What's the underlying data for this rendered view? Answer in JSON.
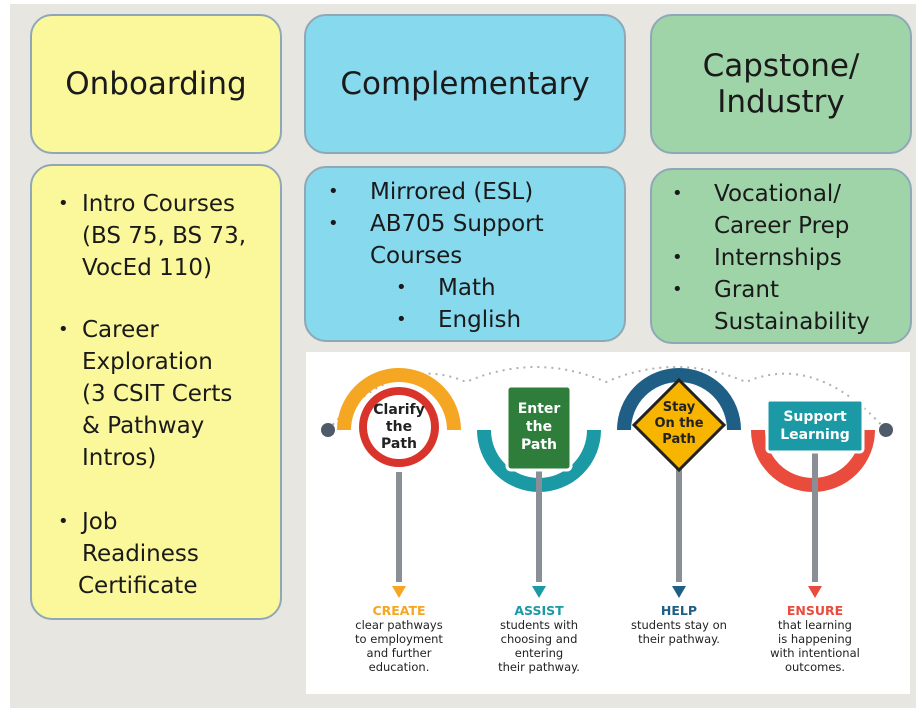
{
  "columns": {
    "onboarding": {
      "title": "Onboarding",
      "items": [
        {
          "lines": [
            "Intro Courses",
            "(BS 75, BS 73,",
            "VocEd 110)"
          ]
        },
        {
          "lines": [
            "Career",
            "Exploration",
            "(3 CSIT Certs",
            "& Pathway",
            "Intros)"
          ]
        },
        {
          "lines": [
            "Job",
            "Readiness",
            "Certificate"
          ]
        }
      ]
    },
    "complementary": {
      "title": "Complementary",
      "items": [
        {
          "lines": [
            "Mirrored (ESL)"
          ]
        },
        {
          "lines": [
            "AB705 Support",
            "Courses"
          ]
        }
      ],
      "subitems": [
        "Math",
        "English"
      ]
    },
    "capstone": {
      "title_lines": [
        "Capstone/",
        "Industry"
      ],
      "items": [
        {
          "lines": [
            "Vocational/",
            "Career Prep"
          ]
        },
        {
          "lines": [
            "Internships"
          ]
        },
        {
          "lines": [
            "Grant",
            "Sustainability"
          ]
        }
      ]
    }
  },
  "pathway_graphic": {
    "signs": [
      {
        "label_lines": [
          "Clarify",
          "the",
          "Path"
        ],
        "color": "#f5a623"
      },
      {
        "label_lines": [
          "Enter",
          "the",
          "Path"
        ],
        "color": "#1b9aa6"
      },
      {
        "label_lines": [
          "Stay",
          "On the",
          "Path"
        ],
        "color": "#1f5f86"
      },
      {
        "label_lines": [
          "Support",
          "Learning"
        ],
        "color": "#e94b3c"
      }
    ],
    "captions": [
      {
        "key": "CREATE",
        "lines": [
          "clear pathways",
          "to employment",
          "and further",
          "education."
        ]
      },
      {
        "key": "ASSIST",
        "lines": [
          "students with",
          "choosing and",
          "entering",
          "their pathway."
        ]
      },
      {
        "key": "HELP",
        "lines": [
          "students stay on",
          "their pathway."
        ]
      },
      {
        "key": "ENSURE",
        "lines": [
          "that learning",
          "is happening",
          "with intentional",
          "outcomes."
        ]
      }
    ]
  }
}
